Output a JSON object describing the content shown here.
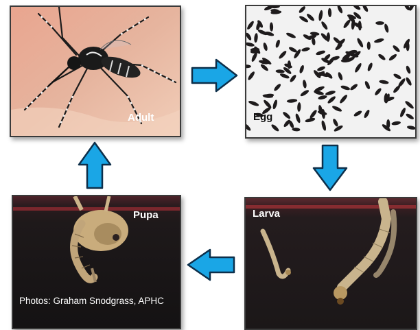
{
  "stages": {
    "adult": {
      "label": "Adult"
    },
    "egg": {
      "label": "Egg"
    },
    "larva": {
      "label": "Larva"
    },
    "pupa": {
      "label": "Pupa"
    }
  },
  "credit": {
    "text": "Photos: Graham Snodgrass, APHC"
  },
  "colors": {
    "arrow_fill": "#1aa6e6",
    "arrow_stroke": "#0d2f4a",
    "panel_border": "#3a3a3a"
  },
  "arrows": [
    {
      "from": "adult",
      "to": "egg",
      "direction": "right"
    },
    {
      "from": "egg",
      "to": "larva",
      "direction": "down"
    },
    {
      "from": "larva",
      "to": "pupa",
      "direction": "left"
    },
    {
      "from": "pupa",
      "to": "adult",
      "direction": "up"
    }
  ]
}
